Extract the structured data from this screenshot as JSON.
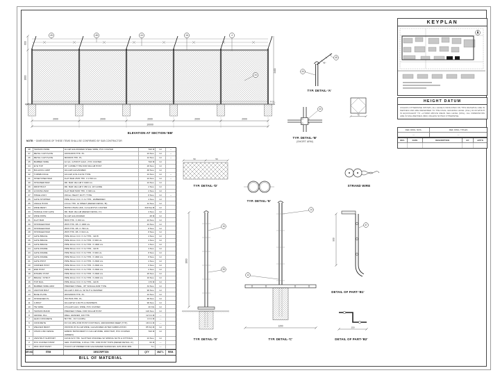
{
  "titles": {
    "keyplan": "KEYPLAN",
    "height_datum": "HEIGHT DATUM",
    "elevation_caption": "ELEVATION AT SECTION-'BB'"
  },
  "note": {
    "label": "NOTE:",
    "text": "~ DIMENSIONS OF THESE ITEMS SHALL BE CONFIRMED BY SUB CONTRACTOR"
  },
  "height_datum_note": "UNLESS OTHERWISE SHOWN, ALL LEVELS INDICATED ON THIS DRAWING ARE IN METRES AND ARE REFERRED TO THE FINAL GRADING LEVEL (FGL) ±0.00 WHICH IS EQUIVALENT TO +2.500M ABOVE MEAN SEA LEVEL (MSL). ALL DIMENSIONS ARE IN MILLIMETRES (MM) UNLESS NOTED OTHERWISE.",
  "title_block": {
    "ref_header": {
      "no": "REF. DWG. NOS.",
      "title": "REF. DWG. TITLES"
    },
    "ref_row": {
      "no": "—",
      "title": "—"
    },
    "rev_cells": [
      "REV.",
      "DATE",
      "DESCRIPTION",
      "BY",
      "APP'D"
    ]
  },
  "elevation": {
    "dims": {
      "panel": "2000",
      "overall": "10000",
      "h_barb": "600",
      "h_mesh": "1800",
      "h_total": "2400"
    },
    "labels": {
      "fgl": "F.G.L."
    },
    "callouts": [
      "45",
      "48",
      "44",
      "16",
      "4",
      "34"
    ]
  },
  "details": {
    "a": {
      "caption": "TYP. DETAIL-'A'",
      "callout1": "44",
      "callout2": "45",
      "angle": "45°"
    },
    "b": {
      "caption": "TYP. DETAIL-'B'",
      "sub": "(SHORT ARM)",
      "callout1": "43"
    },
    "sq": {
      "dim": "75"
    },
    "d": {
      "caption": "TYP. DETAIL-'D'",
      "dim": "50"
    },
    "e": {
      "caption": "TYP. DETAIL-'E'"
    },
    "strand": {
      "caption": "STRAND WIRE"
    },
    "s": {
      "caption": "TYP. DETAIL-'S'",
      "dim": "1800",
      "callout1": "16",
      "callout2": "35"
    },
    "c": {
      "caption": "TYP. DETAIL-'C'",
      "dim": "1200",
      "callout1": "14",
      "callout2": "12"
    },
    "b1": {
      "caption": "DETAIL OF PART-'B1'",
      "dim": "900",
      "callout1": "47"
    },
    "b2": {
      "caption": "DETAIL OF PART-'B2'",
      "dim": "150"
    }
  },
  "bom": {
    "caption": "BILL OF MATERIAL",
    "headers": {
      "no": "DR.NO.",
      "item": "ITEM",
      "desc": "DESCRIPTION",
      "qty": "QTY",
      "mat": "MAT'L",
      "rem": "REM."
    },
    "rows": [
      {
        "no": "48",
        "item": "TENSION WIRE",
        "desc": "4mmØ GALVANIZED STEEL WIRE, PVC COATED",
        "qty": "510 M",
        "mat": "GI",
        "rem": "~"
      },
      {
        "no": "47",
        "item": "METAL CAP PLATE",
        "desc": "100X100X6 THK. PL.",
        "qty": "24 Nos.",
        "mat": "GI",
        "rem": "~"
      },
      {
        "no": "46",
        "item": "METAL CAP PLATE",
        "desc": "80X80X6 THK. PL.",
        "qty": "12 Nos.",
        "mat": "GI",
        "rem": "~"
      },
      {
        "no": "45",
        "item": "BARBED WIRE",
        "desc": "12 GA. 4-POINT GALV., PVC COATED",
        "qty": "510 M",
        "mat": "GI",
        "rem": ""
      },
      {
        "no": "44",
        "item": "EYE TOP",
        "desc": "45° 3-WIRE TYPE FOR 60mmØ POST",
        "qty": "26 Nos.",
        "mat": "GI",
        "rem": ""
      },
      {
        "no": "43",
        "item": "BULLDOG GRIP",
        "desc": "10mmØ GALVANIZED",
        "qty": "48 Nos.",
        "mat": "GI",
        "rem": ""
      },
      {
        "no": "42",
        "item": "TURNBUCKLE",
        "desc": "12mmØ, EYE & EYE TYPE",
        "qty": "24 Nos.",
        "mat": "GI",
        "rem": "~"
      },
      {
        "no": "41",
        "item": "STRETCHER BAR",
        "desc": "FLAT BAR 25X5 THK. X 1760 LG.",
        "qty": "24 Nos.",
        "mat": "GI",
        "rem": "~"
      },
      {
        "no": "40",
        "item": "STRAINER BAR",
        "desc": "RD. BAR 16mmØ X 1900 LG.",
        "qty": "24 Nos.",
        "mat": "GI",
        "rem": ""
      },
      {
        "no": "39",
        "item": "DROP BOLT",
        "desc": "RD. BAR 16mmØ X 450 LG. W/ GUIDE",
        "qty": "2 Nos.",
        "mat": "GI",
        "rem": ""
      },
      {
        "no": "38",
        "item": "LOCKING BAR",
        "desc": "FLAT BAR 50X6 THK. X 300 LG.",
        "qty": "2 Nos.",
        "mat": "GI",
        "rem": ""
      },
      {
        "no": "37",
        "item": "HINGE ASSY.",
        "desc": "150mm HEAVY DUTY TYPE",
        "qty": "8 Nos.",
        "mat": "GI",
        "rem": "~"
      },
      {
        "no": "36",
        "item": "GATE STOPPER",
        "desc": "PIPE 32mm O.D. X 3.2 THK., EMBEDDED",
        "qty": "4 Nos.",
        "mat": "GI",
        "rem": ""
      },
      {
        "no": "35",
        "item": "ANGLE HOOK",
        "desc": "2.0mm THK. GI SHEET (REFER DETAIL-'B')",
        "qty": "12 Nos.",
        "mat": "GI",
        "rem": ""
      },
      {
        "no": "34",
        "item": "WIRE MESH",
        "desc": "50X50 CHAIN LINK, 3.2mmØ PVC COATED",
        "qty": "340 SQ.M",
        "mat": "GI",
        "rem": ""
      },
      {
        "no": "33",
        "item": "HANDLE FOR GATE",
        "desc": "RD. BAR 16mmØ (REFER DETAIL-'C')",
        "qty": "4 Nos.",
        "mat": "GI",
        "rem": ""
      },
      {
        "no": "32",
        "item": "WIRE ROPE",
        "desc": "6mmØ GALVANIZED",
        "qty": "48 M",
        "mat": "GI",
        "rem": ""
      },
      {
        "no": "31",
        "item": "FLAT BAR",
        "desc": "65X6 THK. X 150 LG.",
        "qty": "24 Nos.",
        "mat": "GI",
        "rem": ""
      },
      {
        "no": "30",
        "item": "STRINGER BAR",
        "desc": "25X5 THK. FB. X 1900 LG.",
        "qty": "24 Nos.",
        "mat": "GI",
        "rem": ""
      },
      {
        "no": "29",
        "item": "STRINGER BAR",
        "desc": "25X5 THK. FB. X 760 LG.",
        "qty": "8 Nos.",
        "mat": "GI",
        "rem": ""
      },
      {
        "no": "28",
        "item": "STRINGER BAR",
        "desc": "25X5 THK. FB. X 610 LG.",
        "qty": "8 Nos.",
        "mat": "GI",
        "rem": ""
      },
      {
        "no": "27",
        "item": "GATE BRACE",
        "desc": "PIPE 40mm O.D. X 3.2 THK., GR.B",
        "qty": "4 Nos.",
        "mat": "GI",
        "rem": ""
      },
      {
        "no": "26",
        "item": "GATE BRACE",
        "desc": "PIPE 40mm O.D. X 3.2 THK. X 900 LG.",
        "qty": "4 Nos.",
        "mat": "GI",
        "rem": ""
      },
      {
        "no": "25",
        "item": "GATE BRACE",
        "desc": "PIPE 40mm O.D. X 3.2 THK. X 1800 LG.",
        "qty": "4 Nos.",
        "mat": "GI",
        "rem": ""
      },
      {
        "no": "24",
        "item": "GATE FRAME",
        "desc": "PIPE 50mm O.D. X 3.2 THK., GR.B",
        "qty": "4 Nos.",
        "mat": "GI",
        "rem": ""
      },
      {
        "no": "23",
        "item": "GATE FRAME",
        "desc": "PIPE 50mm O.D. X 3.2 THK. X 900 LG.",
        "qty": "8 Nos.",
        "mat": "GI",
        "rem": ""
      },
      {
        "no": "22",
        "item": "GATE FRAME",
        "desc": "PIPE 50mm O.D. X 3.2 THK. X 1800 LG.",
        "qty": "8 Nos.",
        "mat": "GI",
        "rem": ""
      },
      {
        "no": "21",
        "item": "GATE POST",
        "desc": "PIPE 89mm O.D. X 4.0 THK. X 2600 LG.",
        "qty": "4 Nos.",
        "mat": "GI",
        "rem": ""
      },
      {
        "no": "20",
        "item": "CORNER POST",
        "desc": "PIPE 60mm O.D. X 3.2 THK. X 2600 LG.",
        "qty": "6 Nos.",
        "mat": "GI",
        "rem": ""
      },
      {
        "no": "19",
        "item": "END POST",
        "desc": "PIPE 60mm O.D. X 3.2 THK. X 2600 LG.",
        "qty": "2 Nos.",
        "mat": "GI",
        "rem": ""
      },
      {
        "no": "18",
        "item": "INTERM. POST",
        "desc": "PIPE 60mm O.D. X 3.2 THK. X 2600 LG.",
        "qty": "26 Nos.",
        "mat": "GI",
        "rem": ""
      },
      {
        "no": "17",
        "item": "BRACE / STRUT",
        "desc": "PIPE 40mm O.D. X 3.2 THK. X 2000 LG.",
        "qty": "16 Nos.",
        "mat": "GI",
        "rem": ""
      },
      {
        "no": "16",
        "item": "TOP RAIL",
        "desc": "PIPE 40mm O.D. X 3.2 THK., GR.B",
        "qty": "170 M",
        "mat": "GI",
        "rem": ""
      },
      {
        "no": "15",
        "item": "BARBED WIRE ARM",
        "desc": "PRESSED STEEL, 45° SINGLE ARM TYPE",
        "qty": "34 Nos.",
        "mat": "GI",
        "rem": ""
      },
      {
        "no": "14",
        "item": "ANCHOR BOLT",
        "desc": "16mmØ X 300 LG. W/ NUT & WASHER",
        "qty": "96 Nos.",
        "mat": "GI",
        "rem": ""
      },
      {
        "no": "13",
        "item": "BASE PLATE",
        "desc": "200X200X9 THK. PL.",
        "qty": "24 Nos.",
        "mat": "GI",
        "rem": ""
      },
      {
        "no": "12",
        "item": "STIFFENER PL.",
        "desc": "75X75X6 THK. PL.",
        "qty": "96 Nos.",
        "mat": "GI",
        "rem": ""
      },
      {
        "no": "11",
        "item": "U-BOLT",
        "desc": "10mmØ W/ 2-NUTS & WASHERS",
        "qty": "96 Nos.",
        "mat": "GI",
        "rem": ""
      },
      {
        "no": "10",
        "item": "TIE WIRE",
        "desc": "2.5mmØ GALV. WIRE, PVC COATED",
        "qty": "20 KG",
        "mat": "GI",
        "rem": ""
      },
      {
        "no": "9",
        "item": "TENSION BAND",
        "desc": "PRESSED STEEL FOR 60mmØ POST",
        "qty": "120 Nos.",
        "mat": "GI",
        "rem": ""
      },
      {
        "no": "8",
        "item": "GRAVEL FILL",
        "desc": "WELL GRADED, 100 THK.",
        "qty": "12 CU.M",
        "mat": "—",
        "rem": ""
      },
      {
        "no": "7",
        "item": "LEAN CONCRETE",
        "desc": "50 THK., FC'=14 MPa",
        "qty": "4 CU.M",
        "mat": "—",
        "rem": ""
      },
      {
        "no": "6",
        "item": "CONCRETE",
        "desc": "FC'=21 MPa FOR POST FOOTINGS, 400X400X600 DEEP (TYP.)",
        "qty": "18 CU.M",
        "mat": "—",
        "rem": ""
      },
      {
        "no": "5",
        "item": "WELDED MESH",
        "desc": "150X150 W/ 6mmØ WIRE, GALVANIZED AFTER FABRICATION",
        "qty": "85 SQ.M",
        "mat": "GI",
        "rem": ""
      },
      {
        "no": "4",
        "item": "CHAIN LINK FENCE",
        "desc": "FABRIC 50X50 MESH X 3.2mmØ WIRE, 1800 HIGH, PVC COATED (GREEN)",
        "qty": "510 M",
        "mat": "GI",
        "rem": ""
      },
      {
        "no": "3",
        "item": "UNISTRUT SUPPORT",
        "desc": "41X41X2.5 THK. SLOTTED CHANNEL W/ SPRING NUTS & FITTINGS",
        "qty": "24 Nos.",
        "mat": "GI",
        "rem": ""
      },
      {
        "no": "2",
        "item": "PVC COATED STRIP",
        "desc": "GEN. PURPOSE, 0.15mm THK. FOR POST TOPS (REFER DETAIL-'A')",
        "qty": "60 M",
        "mat": "—",
        "rem": ""
      },
      {
        "no": "1",
        "item": "ZINC RICH PAINT",
        "desc": "TOUCH-UP PRIMER FOR GALVANIZED SURFACES, 92% ZINC MIN.",
        "qty": "5 L",
        "mat": "—",
        "rem": ""
      }
    ]
  }
}
